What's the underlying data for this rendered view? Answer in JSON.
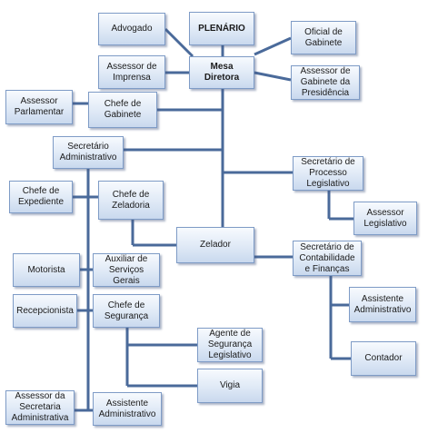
{
  "nodes": {
    "advogado": "Advogado",
    "plenario": "PLENÁRIO",
    "oficial_gabinete": "Oficial de Gabinete",
    "assessor_imprensa": "Assessor de Imprensa",
    "mesa_diretora": "Mesa Diretora",
    "assessor_gabinete_presidencia": "Assessor de Gabinete da Presidência",
    "assessor_parlamentar": "Assessor Parlamentar",
    "chefe_gabinete": "Chefe de Gabinete",
    "secretario_administrativo": "Secretário Administrativo",
    "secretario_processo_legislativo": "Secretário de Processo Legislativo",
    "chefe_expediente": "Chefe de Expediente",
    "chefe_zeladoria": "Chefe de Zeladoria",
    "assessor_legislativo": "Assessor Legislativo",
    "zelador": "Zelador",
    "secretario_contabilidade": "Secretário de Contabilidade e Finanças",
    "motorista": "Motorista",
    "auxiliar_servicos_gerais": "Auxiliar de Serviços Gerais",
    "assistente_administrativo_financas": "Assistente Administrativo",
    "recepcionista": "Recepcionista",
    "chefe_seguranca": "Chefe de Segurança",
    "agente_seguranca_legislativo": "Agente de Segurança Legislativo",
    "contador": "Contador",
    "vigia": "Vigia",
    "assessor_secretaria_administrativa": "Assessor da Secretaria Administrativa",
    "assistente_administrativo": "Assistente Administrativo"
  }
}
